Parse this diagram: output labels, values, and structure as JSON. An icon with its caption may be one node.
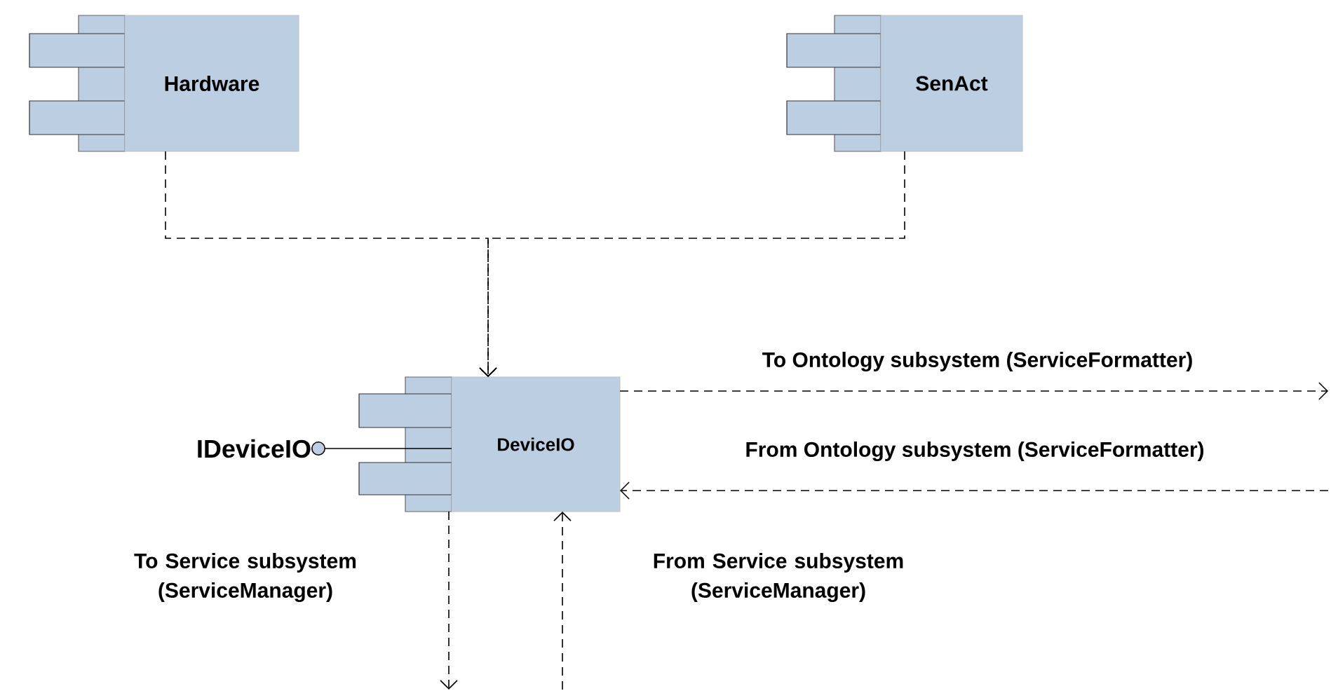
{
  "diagram": {
    "nodes": [
      {
        "text": [
          "Hardware"
        ]
      },
      {
        "text": [
          "SenAct"
        ]
      },
      {
        "text": [
          "DeviceIO"
        ]
      },
      {
        "text": [
          "IDeviceIO"
        ]
      }
    ],
    "edges": [
      {
        "from": 0,
        "to": 2,
        "arrow": "to",
        "style": "dashed"
      },
      {
        "from": 1,
        "to": 2,
        "arrow": "to",
        "style": "dashed"
      },
      {
        "from": 3,
        "to": 2,
        "arrow": "other"
      },
      {
        "from": 2,
        "to": null,
        "arrow": "to",
        "style": "dashed",
        "label": "To Ontology subsystem (ServiceFormatter)"
      },
      {
        "from": null,
        "to": 2,
        "arrow": "to",
        "style": "dashed",
        "label": "From Ontology subsystem (ServiceFormatter)"
      },
      {
        "from": 2,
        "to": null,
        "arrow": "to",
        "style": "dashed",
        "label": "To Service subsystem (ServiceManager)"
      },
      {
        "from": null,
        "to": 2,
        "arrow": "to",
        "style": "dashed",
        "label": "From Service subsystem (ServiceManager)"
      }
    ]
  }
}
